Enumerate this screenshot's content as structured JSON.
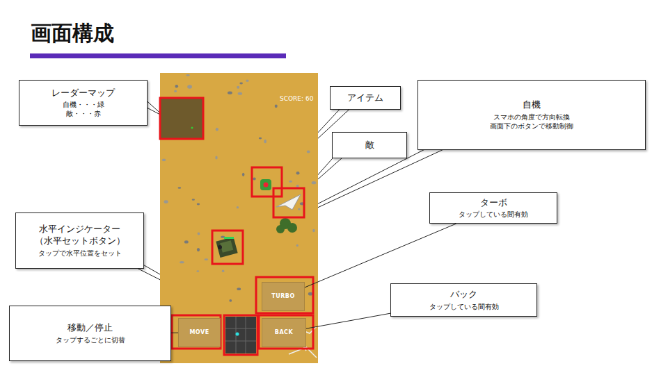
{
  "diagram": {
    "title": "画面構成",
    "nodes": [
      {
        "text": [
          "レーダーマップ",
          "自機・・・緑 敵・・・赤"
        ]
      },
      {
        "text": [
          "アイテム"
        ]
      },
      {
        "text": [
          "敵"
        ]
      },
      {
        "text": [
          "自機",
          "スマホの角度で方向転換 画面下のボタンで移動制御"
        ]
      },
      {
        "text": [
          "ターボ",
          "タップしている間有効"
        ]
      },
      {
        "text": [
          "水平インジケーター （水平セットボタン）",
          "タップで水平位置をセット"
        ]
      },
      {
        "text": [
          "バック",
          "タップしている間有効"
        ]
      },
      {
        "text": [
          "移動／停止",
          "タップするごとに切替"
        ]
      },
      {
        "text": [
          "TURBO"
        ]
      },
      {
        "text": [
          "MOVE"
        ]
      },
      {
        "text": [
          "BACK"
        ]
      }
    ],
    "edges": [
      {
        "from": 7,
        "to": 9,
        "arrow": "none"
      },
      {
        "from": 4,
        "to": 8,
        "arrow": "none"
      },
      {
        "from": 6,
        "to": 10,
        "arrow": "none"
      }
    ],
    "labels": [
      "SCORE: 60"
    ]
  }
}
